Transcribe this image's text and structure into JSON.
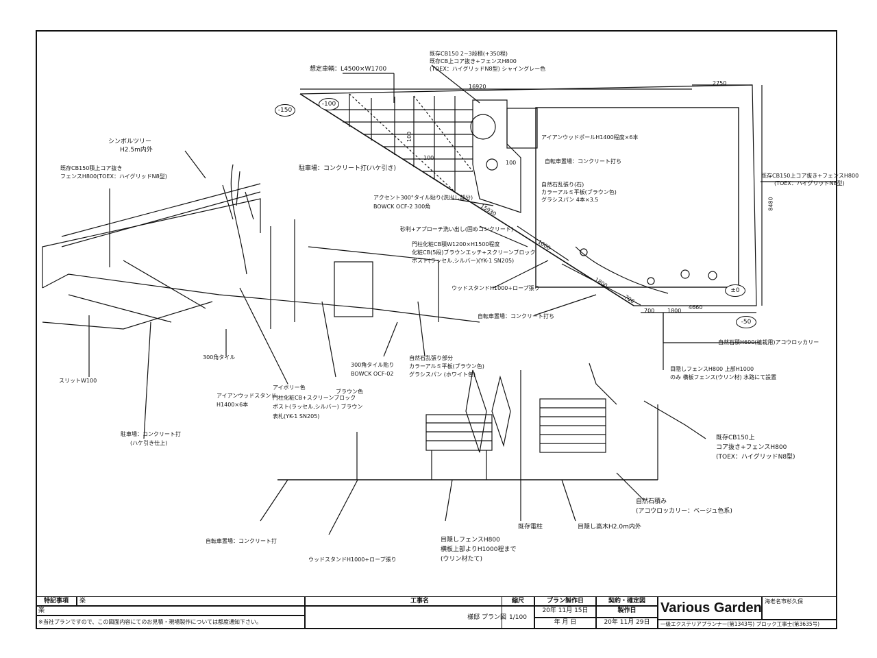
{
  "plan_labels": {
    "cb_fence_top": "既存CB150 2~3段積(+350程)",
    "cb_fence_mid": "既存CB上コア抜き+フェンスH800",
    "cb_fence_bot": "(TOEX：ハイグリッドN8型) シャイングレー色",
    "parking": "想定車輌：L4500×W1700",
    "parking_concrete": "駐車場：コンクリート打(ハケ引き)",
    "accent_tile": "アクセント300°タイル貼り(洗出し部分)",
    "accent_tile_code": "BOWCK OCF-2 300角",
    "iron_wood": "アイアンウッドポールH1400程度×6本",
    "bicycle_concrete": "自転車置場：コンクリート打ち",
    "natural_stone": "自然石乱張り(石)",
    "natural_stone_2": "カラーアルミ平板(ブラウン色)",
    "natural_stone_3": "グラシスパン 4本×3.5",
    "existing_cb_right": "既存CB150上コア抜き+フェンスH800",
    "existing_cb_right_2": "(TOEX：ハイグリッドN8型)",
    "gravel": "砂利+アプローチ洗い出し(固めコンクリート)",
    "gate_post_1": "門柱化粧CB積W1200×H1500程度",
    "gate_post_2": "化粧CB(5段)ブラウンエッチ+スクリーンブロック",
    "gate_post_3": "ポスト(ラッセル,シルバー)(YK-1 SN205)",
    "wood_stand": "ウッドスタンドH1000+ロープ張り",
    "bicycle_concrete_2": "自転車置場：コンクリート打ち",
    "rock_garden": "自然石積H600(植栽用)アコウロッカリー",
    "fence_h800_1": "目隠しフェンスH800 上部H1000",
    "fence_h800_2": "のみ 横板フェンス(ウリン材) 水路にて設置",
    "dim_16920": "16920",
    "dim_2750": "2750",
    "dim_8480": "8480",
    "dim_4660": "4660",
    "dim_1800a": "1800",
    "dim_700a": "700",
    "dim_1800b": "1800",
    "dim_700b": "700",
    "dim_1000": "1000",
    "dim_100a": "100",
    "dim_100b": "100",
    "dim_15930": "15930",
    "dim_100c": "100",
    "lv_m150": "-150",
    "lv_m100": "-100",
    "lv_pm0": "±0",
    "lv_m50": "-50"
  },
  "perspective_labels": {
    "symbol_tree": "シンボルツリー",
    "symbol_tree_h": "H2.5m内外",
    "existing_cb_left": "既存CB150積上コア抜き",
    "existing_cb_left_2": "フェンスH800(TOEX：ハイグリッドN8型)",
    "tile_300": "300角タイル",
    "slit": "スリットW100",
    "iron_wood_stand": "アイアンウッドスタンド",
    "iron_wood_stand_2": "H1400×6本",
    "parking_concrete": "駐車場：コンクリート打",
    "parking_concrete_2": "(ハケ引き仕上)",
    "ivory": "アイボリー色",
    "brown": "ブラウン色",
    "gate_cb": "門柱化粧CB+スクリーンブロック",
    "post": "ポスト(ラッセル,シルバー) ブラウン",
    "gate_light": "表札(YK-1 SN205)",
    "tile_300_bowck": "300角タイル貼り",
    "tile_300_bowck_2": "BOWCK OCF-02",
    "natural_stone_p": "自然石乱張り部分",
    "natural_stone_p2": "カラーアルミ平板(ブラウン色)",
    "natural_stone_p3": "グラシスパン (ホワイト色)"
  },
  "elevation_labels": {
    "existing_cb_r": "既存CB150上",
    "existing_cb_r2": "コア抜き+フェンスH800",
    "existing_cb_r3": "(TOEX：ハイグリッドN8型)",
    "natural_stone_e": "自然石積み",
    "natural_stone_e2": "(アコウロッカリー：ベージュ色系)",
    "bicycle": "自転車置場：コンクリート打",
    "wood_stand_e": "ウッドスタンドH1000+ロープ張り",
    "screen_fence": "目隠しフェンスH800",
    "screen_fence_2": "横板上部よりH1000程まで",
    "screen_fence_3": "(ウリン材たて)",
    "existing_post": "既存電柱",
    "screen_tree": "目隠し高木H2.0m内外"
  },
  "title_block": {
    "notes_header": "特記事項",
    "notes_value": "楽",
    "note_sub": "楽",
    "disclaimer": "※当社プランですので、この図面内容にてのお見積・現場製作については都度通知下さい。",
    "project_header": "工事名",
    "project_value": "様邸 プラン図",
    "scale_header": "縮尺",
    "scale_value": "1/100",
    "plan_date_header": "プラン製作日",
    "plan_date_value": "20年 11月 15日",
    "plan_date_value2": "年 月 日",
    "contract_header": "契約・確定図",
    "made_header": "製作日",
    "made_value": "20年 11月 29日",
    "brand": "Various Gardens",
    "location": "海老名市杉久保",
    "license": "一級エクステリアプランナー(第1343号) ブロック工事士(第3635号)"
  }
}
